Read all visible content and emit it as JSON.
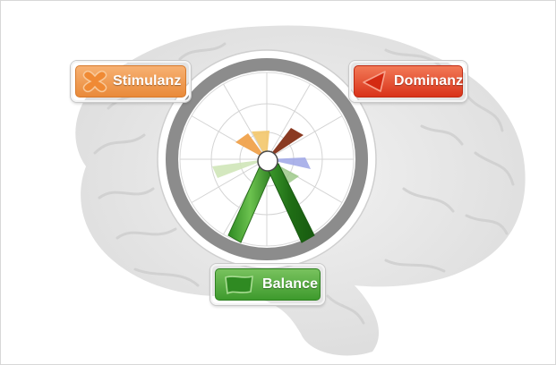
{
  "buttons": {
    "stimulanz": {
      "label": "Stimulanz",
      "color": "#ec9a52"
    },
    "dominanz": {
      "label": "Dominanz",
      "color": "#e24a2a"
    },
    "balance": {
      "label": "Balance",
      "color": "#4ea83a"
    }
  },
  "icons": {
    "stimulanz": "x-shape-icon",
    "dominanz": "triangle-arrow-icon",
    "balance": "flag-icon"
  },
  "colors": {
    "ring": "#8c8c8c",
    "brain": "#e6e6e6",
    "green": "#3f9a30",
    "brown": "#8a3a22",
    "orange": "#f0a24c"
  }
}
